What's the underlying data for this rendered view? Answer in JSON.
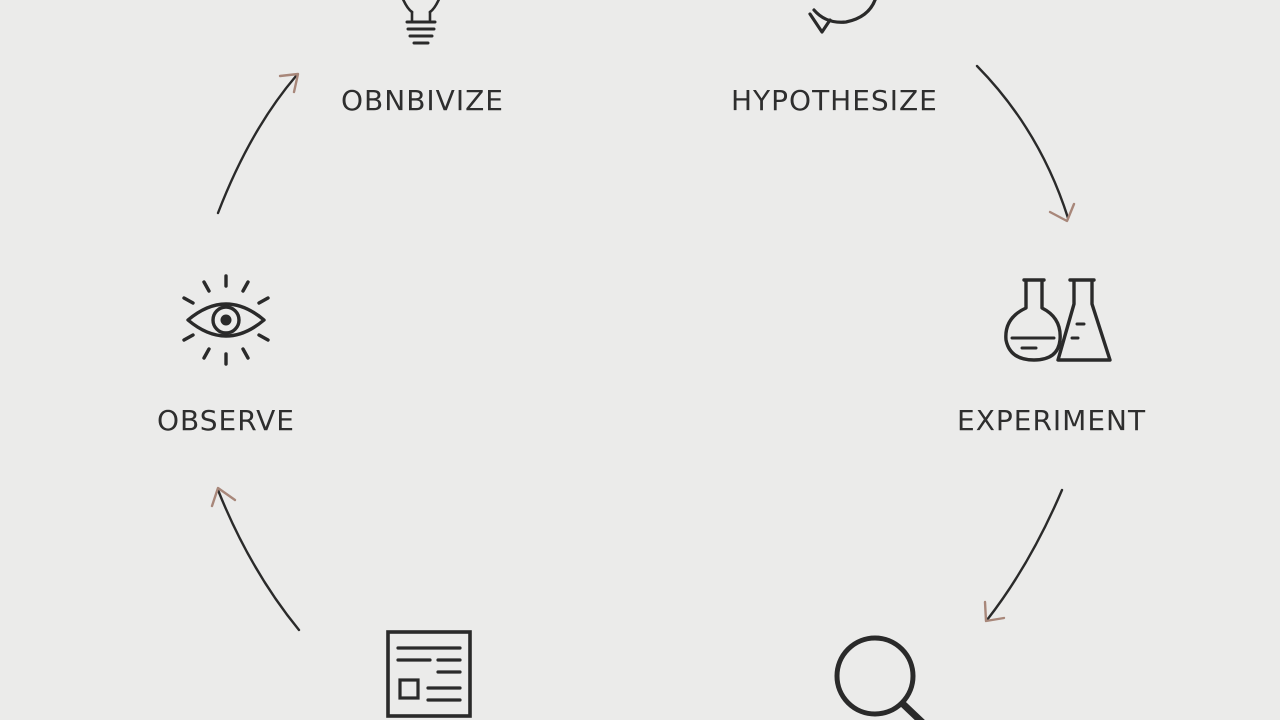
{
  "diagram": {
    "nodes": [
      {
        "id": "top-left",
        "label": "OBNBIVIZE",
        "icon": "lightbulb-icon"
      },
      {
        "id": "top-right",
        "label": "HYPOTHESIZE",
        "icon": "cycle-arrow-icon"
      },
      {
        "id": "left",
        "label": "OBSERVE",
        "icon": "eye-icon"
      },
      {
        "id": "right",
        "label": "EXPERIMENT",
        "icon": "flasks-icon"
      },
      {
        "id": "bottom-left",
        "label": "",
        "icon": "document-icon"
      },
      {
        "id": "bottom-right",
        "label": "",
        "icon": "magnifier-icon"
      }
    ],
    "edges": [
      {
        "from": "left",
        "to": "top-left"
      },
      {
        "from": "top-right",
        "to": "right"
      },
      {
        "from": "right",
        "to": "bottom-right"
      },
      {
        "from": "bottom-left",
        "to": "left"
      }
    ],
    "colors": {
      "background": "#ebebea",
      "stroke": "#2a2a2a",
      "arrowhead": "#a8877a",
      "text": "#2e2e2e"
    }
  }
}
